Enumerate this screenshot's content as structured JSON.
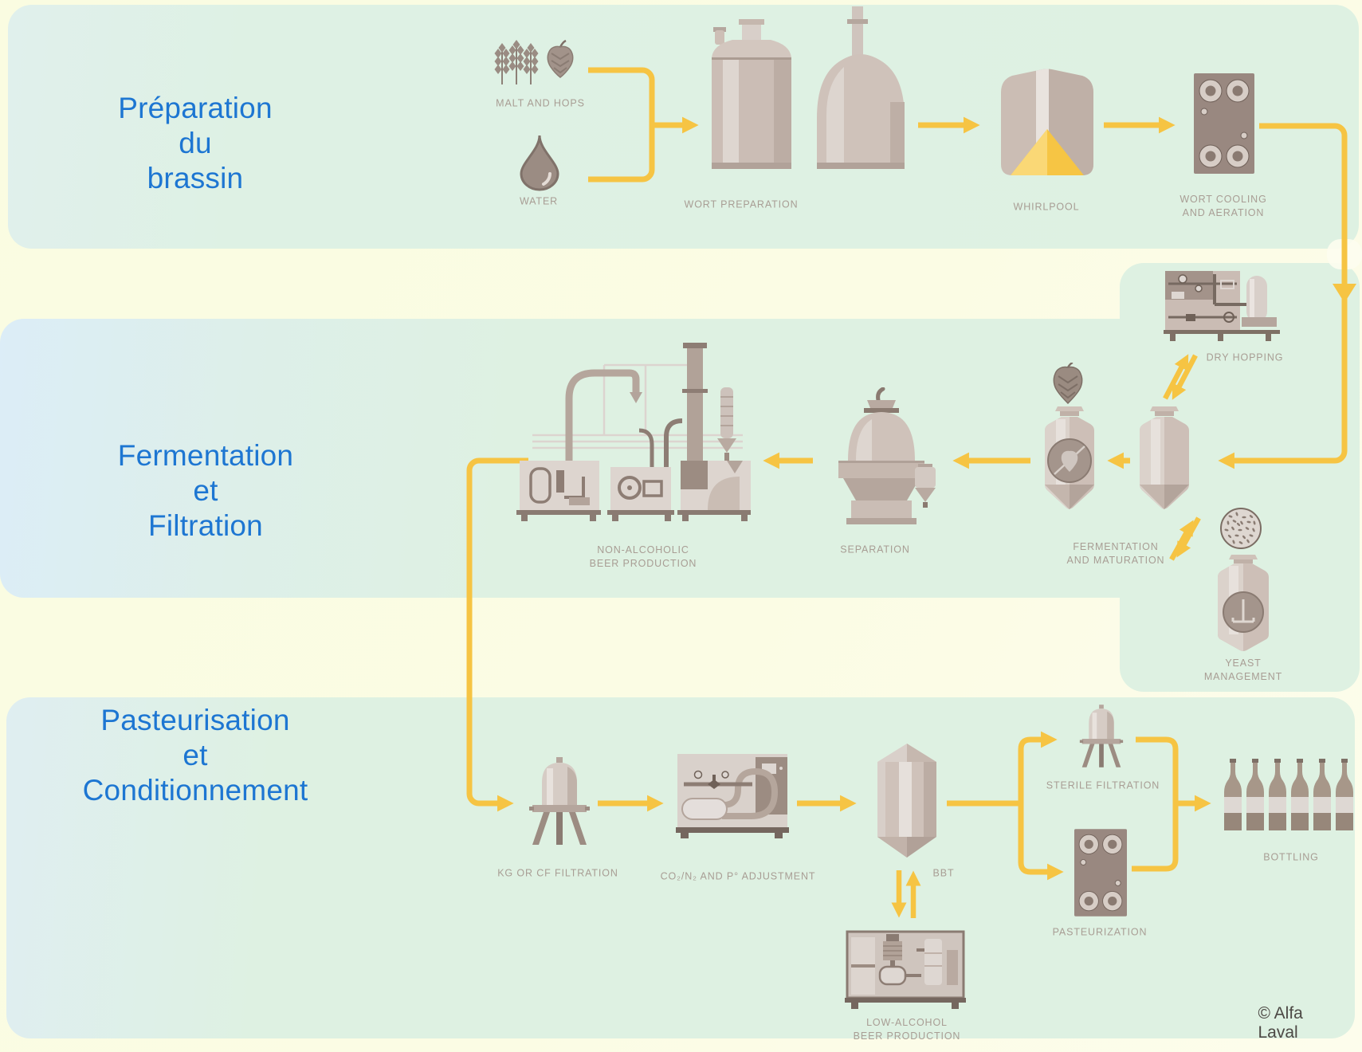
{
  "colors": {
    "band_green": "#def1e2",
    "band_blue_tint": "#dcedf7",
    "background_yellow": "#fafce1",
    "accent_blue": "#1d76d2",
    "flow_yellow": "#f6c443",
    "whirlpool_cone_yellow": "#f6c544",
    "label_gray": "#a89d94",
    "equipment_taupe": "#cdbfb7",
    "copyright_gray": "#4c4844"
  },
  "sections": [
    {
      "id": "preparation",
      "title_lines": [
        "Préparation",
        "du",
        "brassin"
      ]
    },
    {
      "id": "fermentation_filtration",
      "title_lines": [
        "Fermentation",
        "et",
        "Filtration"
      ]
    },
    {
      "id": "pasteurisation_conditionnement",
      "title_lines": [
        "Pasteurisation",
        "et",
        "Conditionnement"
      ]
    }
  ],
  "nodes": {
    "malt_hops": {
      "label": "MALT AND HOPS"
    },
    "water": {
      "label": "WATER"
    },
    "wort_preparation": {
      "label": "WORT PREPARATION"
    },
    "whirlpool": {
      "label": "WHIRLPOOL"
    },
    "wort_cooling": {
      "line1": "WORT COOLING",
      "line2": "AND AERATION"
    },
    "dry_hopping": {
      "label": "DRY HOPPING"
    },
    "fermentation": {
      "line1": "FERMENTATION",
      "line2": "AND MATURATION"
    },
    "yeast_management": {
      "line1": "YEAST",
      "line2": "MANAGEMENT"
    },
    "separation": {
      "label": "SEPARATION"
    },
    "non_alcoholic": {
      "line1": "NON-ALCOHOLIC",
      "line2": "BEER PRODUCTION"
    },
    "kg_cf_filtration": {
      "label": "KG OR CF FILTRATION"
    },
    "co2_adjustment": {
      "label": "CO₂/N₂ AND P° ADJUSTMENT"
    },
    "bbt": {
      "label": "BBT"
    },
    "sterile_filtration": {
      "label": "STERILE FILTRATION"
    },
    "pasteurization": {
      "label": "PASTEURIZATION"
    },
    "bottling": {
      "label": "BOTTLING"
    },
    "low_alcohol": {
      "line1": "LOW-ALCOHOL",
      "line2": "BEER PRODUCTION"
    }
  },
  "footer": {
    "copyright": "© Alfa Laval"
  }
}
